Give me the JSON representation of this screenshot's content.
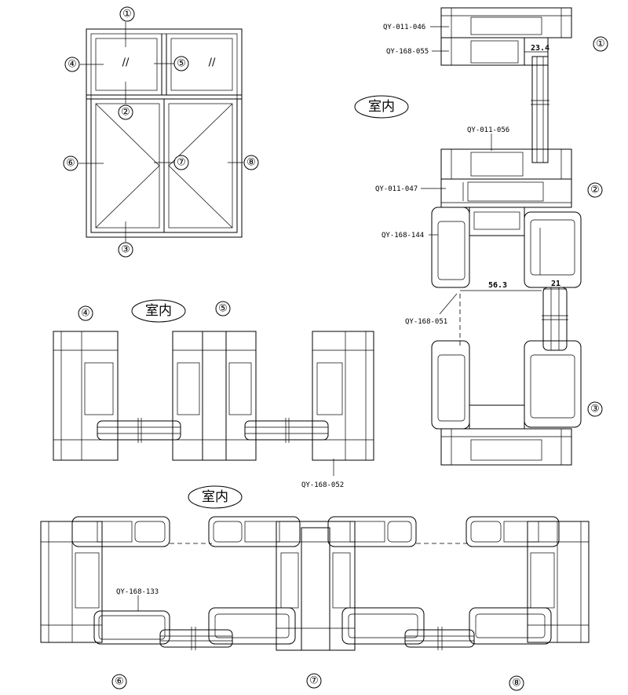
{
  "markers": {
    "m1": "①",
    "m2": "②",
    "m3": "③",
    "m4": "④",
    "m5": "⑤",
    "m6": "⑥",
    "m7": "⑦",
    "m8": "⑧"
  },
  "glass_marks": {
    "g1": "//",
    "g2": "//"
  },
  "indoor_label": "室内",
  "part_codes": {
    "qy_011_046": "QY-011-046",
    "qy_168_055": "QY-168-055",
    "qy_011_056": "QY-011-056",
    "qy_011_047": "QY-011-047",
    "qy_168_144": "QY-168-144",
    "qy_168_051": "QY-168-051",
    "qy_168_052": "QY-168-052",
    "qy_168_133": "QY-168-133"
  },
  "dimensions": {
    "d_23_4": "23.4",
    "d_56_3": "56.3",
    "d_21": "21"
  }
}
